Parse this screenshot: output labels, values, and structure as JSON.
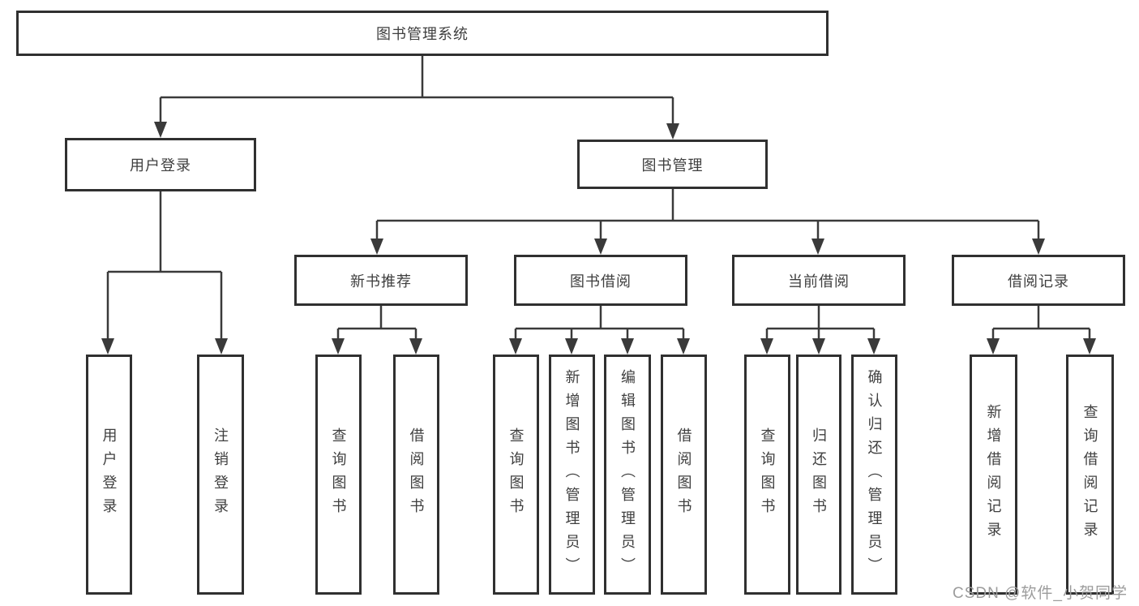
{
  "colors": {
    "line": "#3a3a3a",
    "box_border": "#303030",
    "text": "#3f3f3f",
    "background": "#ffffff",
    "watermark_text_color": "#9c9c9c"
  },
  "watermark": "CSDN @软件_小贺同学",
  "diagram": {
    "root": {
      "label": "图书管理系统"
    },
    "user_branch": {
      "label": "用户登录",
      "children": [
        {
          "label": "用户登录"
        },
        {
          "label": "注销登录"
        }
      ]
    },
    "book_branch": {
      "label": "图书管理",
      "groups": [
        {
          "label": "新书推荐",
          "children": [
            {
              "label": "查询图书"
            },
            {
              "label": "借阅图书"
            }
          ]
        },
        {
          "label": "图书借阅",
          "children": [
            {
              "label": "查询图书"
            },
            {
              "label": "新增图书（管理员）"
            },
            {
              "label": "编辑图书（管理员）"
            },
            {
              "label": "借阅图书"
            }
          ]
        },
        {
          "label": "当前借阅",
          "children": [
            {
              "label": "查询图书"
            },
            {
              "label": "归还图书"
            },
            {
              "label": "确认归还（管理员）"
            }
          ]
        },
        {
          "label": "借阅记录",
          "children": [
            {
              "label": "新增借阅记录"
            },
            {
              "label": "查询借阅记录"
            }
          ]
        }
      ]
    }
  }
}
